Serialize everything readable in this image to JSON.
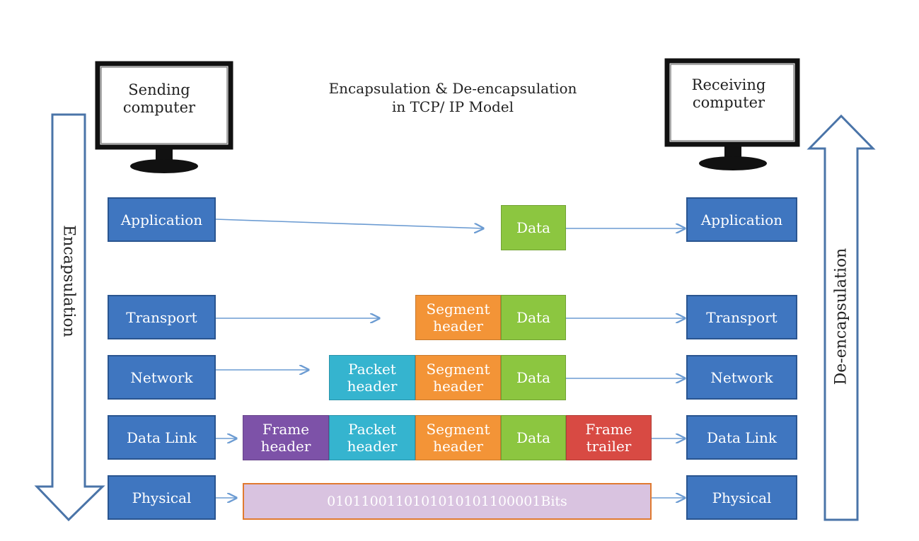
{
  "title": {
    "line1": "Encapsulation & De-encapsulation",
    "line2": "in TCP/ IP Model"
  },
  "sender": {
    "line1": "Sending",
    "line2": "computer",
    "icon": "monitor-icon"
  },
  "receiver": {
    "line1": "Receiving",
    "line2": "computer",
    "icon": "monitor-icon"
  },
  "side_labels": {
    "left": "Encapsulation",
    "right": "De-encapsulation"
  },
  "layers": [
    "Application",
    "Transport",
    "Network",
    "Data Link",
    "Physical"
  ],
  "pdu": {
    "data": "Data",
    "segment_header": {
      "line1": "Segment",
      "line2": "header"
    },
    "packet_header": {
      "line1": "Packet",
      "line2": "header"
    },
    "frame_header": {
      "line1": "Frame",
      "line2": "header"
    },
    "frame_trailer": {
      "line1": "Frame",
      "line2": "trailer"
    },
    "bits": "0101100110101010101100001Bits"
  },
  "colors": {
    "layer": "#3f76c0",
    "data": "#8cc640",
    "segment_header": "#f39437",
    "packet_header": "#35b4cf",
    "frame_header": "#7d52a8",
    "frame_trailer": "#d84a43",
    "bits": "#d9c3e0",
    "arrow": "#6b9bd2"
  }
}
